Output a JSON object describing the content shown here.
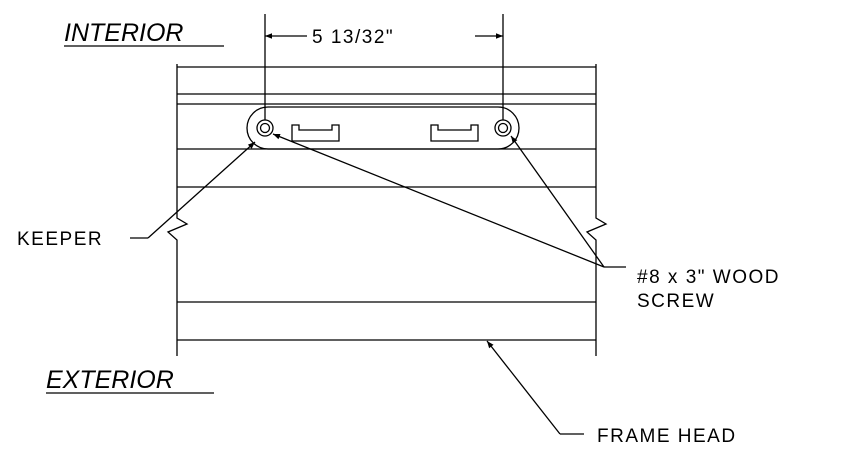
{
  "labels": {
    "interior": "INTERIOR",
    "exterior": "EXTERIOR",
    "dimension": "5 13/32\"",
    "keeper": "KEEPER",
    "screw_line1": "#8 x 3\" WOOD",
    "screw_line2": "SCREW",
    "frame_head": "FRAME HEAD"
  },
  "colors": {
    "line": "#000000",
    "background": "#ffffff"
  }
}
